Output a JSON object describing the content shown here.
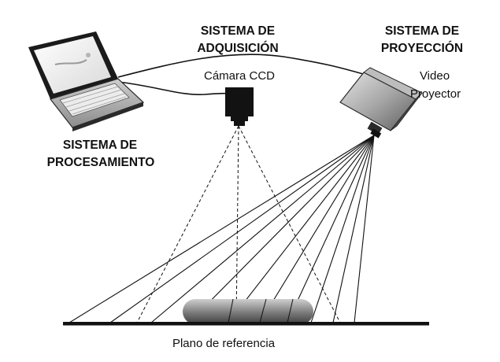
{
  "labels": {
    "acquisition_line1": "SISTEMA DE",
    "acquisition_line2": "ADQUISICIÓN",
    "camera": "Cámara CCD",
    "projection_line1": "SISTEMA DE",
    "projection_line2": "PROYECCIÓN",
    "projector_line1": "Video",
    "projector_line2": "Proyector",
    "processing_line1": "SISTEMA DE",
    "processing_line2": "PROCESAMIENTO",
    "reference_plane": "Plano de referencia"
  },
  "colors": {
    "ink": "#111111",
    "laptop_screen": "#f2f2f2",
    "projector_light": "#dcdcdc",
    "projector_dark": "#6a6a6a",
    "object_light": "#d0d0d0",
    "object_dark": "#4a4a4a"
  },
  "icons": [
    "laptop-icon",
    "ccd-camera-icon",
    "video-projector-icon"
  ]
}
